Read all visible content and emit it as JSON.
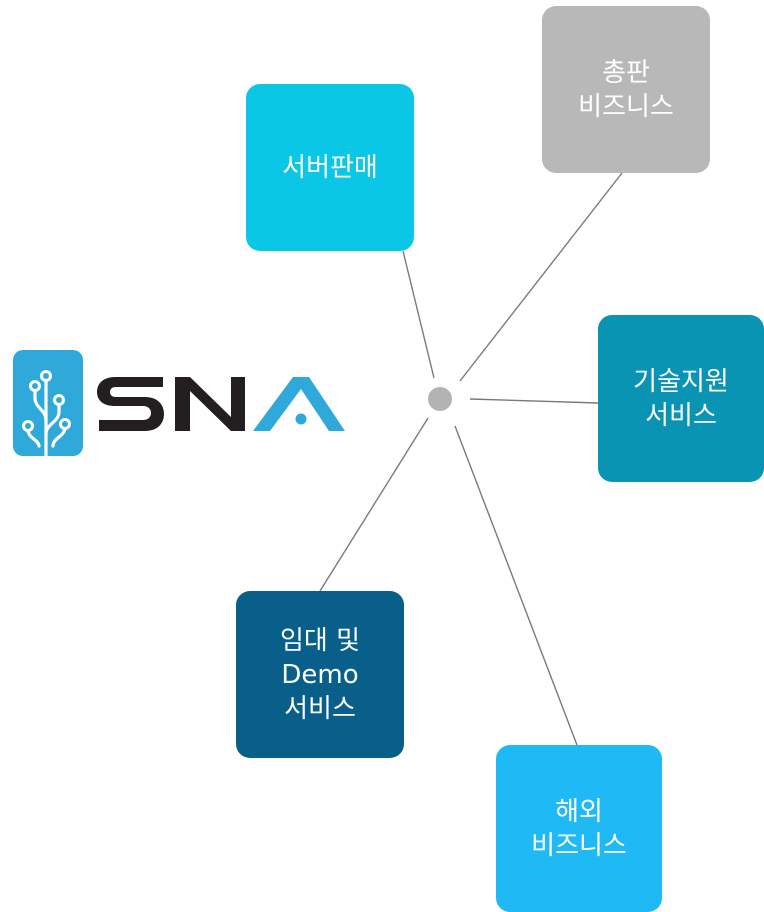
{
  "diagram": {
    "nodes": [
      {
        "id": "server",
        "lines": [
          "서버판매"
        ]
      },
      {
        "id": "dist",
        "lines": [
          "총판",
          "비즈니스"
        ]
      },
      {
        "id": "tech",
        "lines": [
          "기술지원",
          "서비스"
        ]
      },
      {
        "id": "rental",
        "lines": [
          "임대 및",
          "Demo",
          "서비스"
        ]
      },
      {
        "id": "global",
        "lines": [
          "해외",
          "비즈니스"
        ]
      }
    ]
  },
  "logo": {
    "text": "SNA",
    "colors": {
      "dark": "#231f20",
      "accent": "#2ea9d9"
    },
    "icon": "circuit-tree-icon"
  }
}
